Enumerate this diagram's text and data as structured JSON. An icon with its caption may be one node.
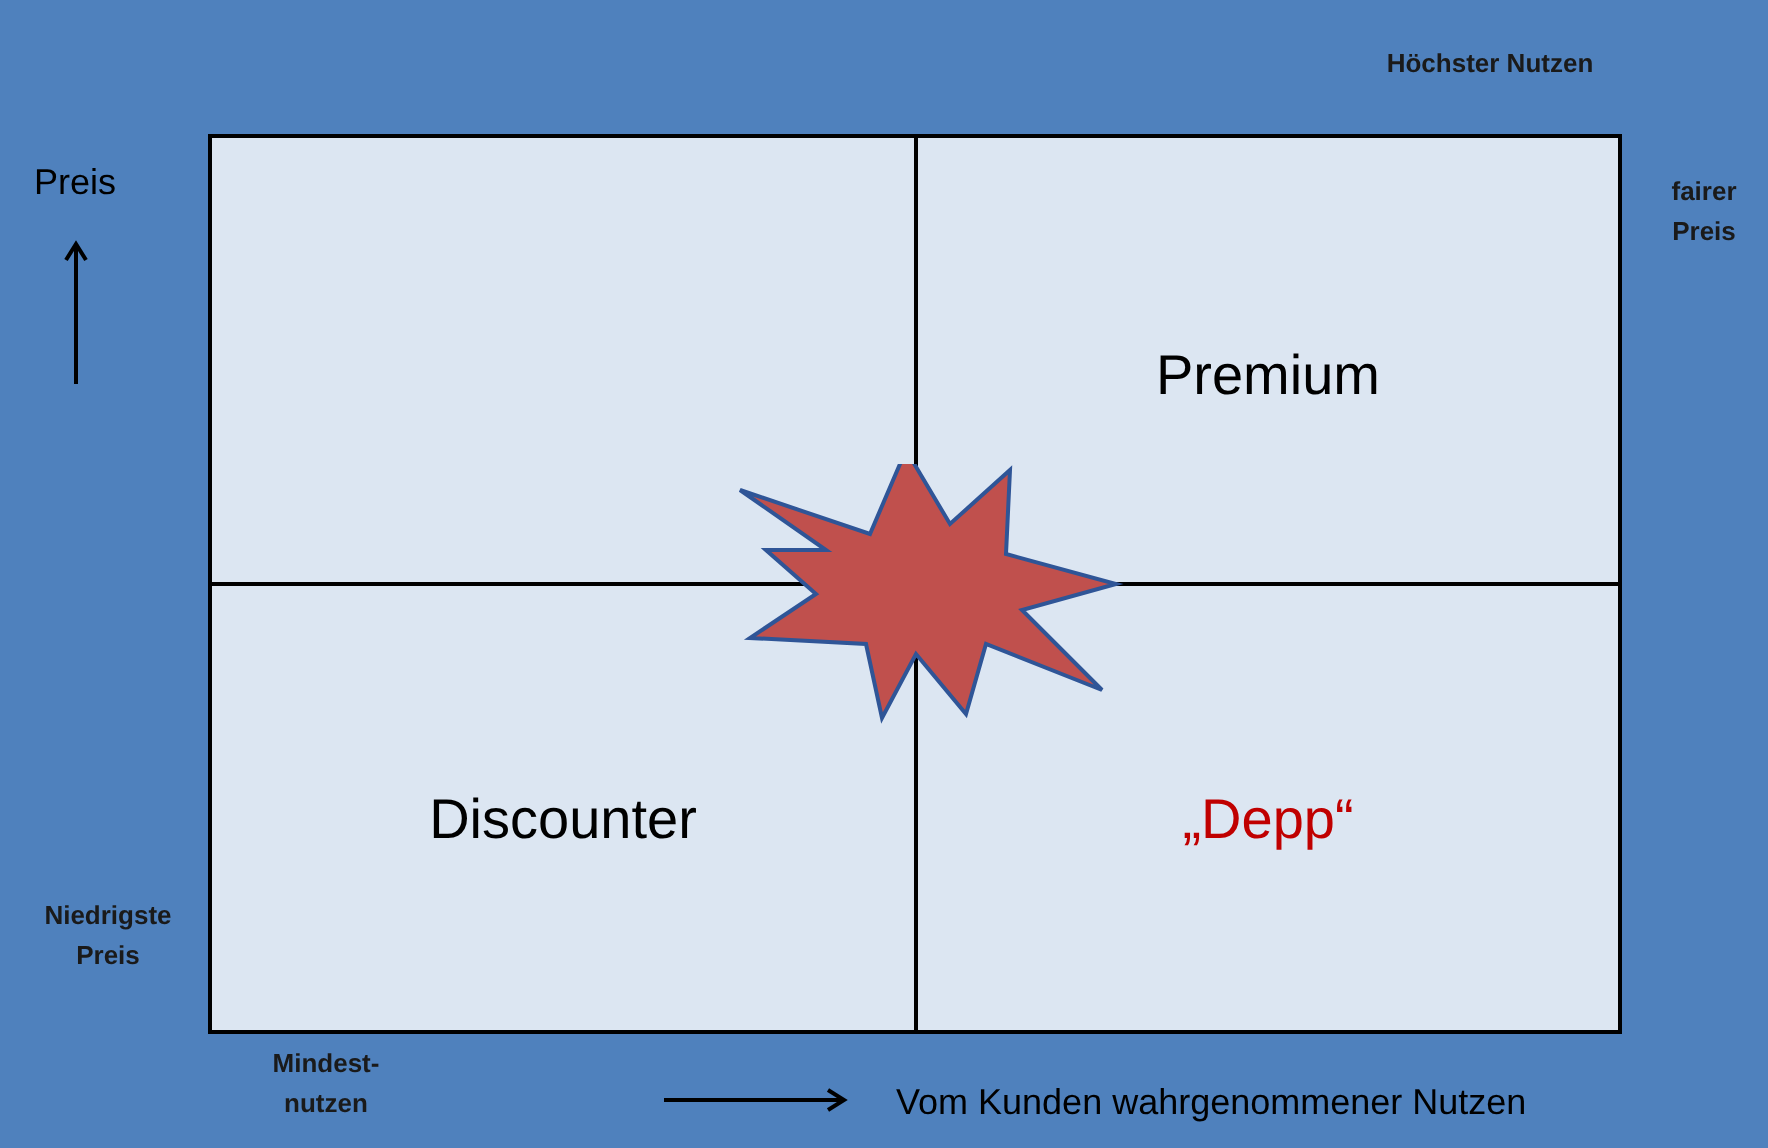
{
  "diagram": {
    "nodes": [
      {
        "text": [],
        "shape": "box"
      },
      {
        "text": [
          "Premium"
        ]
      },
      {
        "text": [
          "Discounter"
        ]
      },
      {
        "text": [
          "„Depp“"
        ]
      },
      {
        "text": [],
        "shape": "star"
      }
    ],
    "labels": [
      "Höchster Nutzen",
      "Preis",
      "fairer Preis",
      "Niedrigste Preis",
      "Mindest- nutzen",
      "Vom Kunden wahrgenommener Nutzen"
    ]
  }
}
